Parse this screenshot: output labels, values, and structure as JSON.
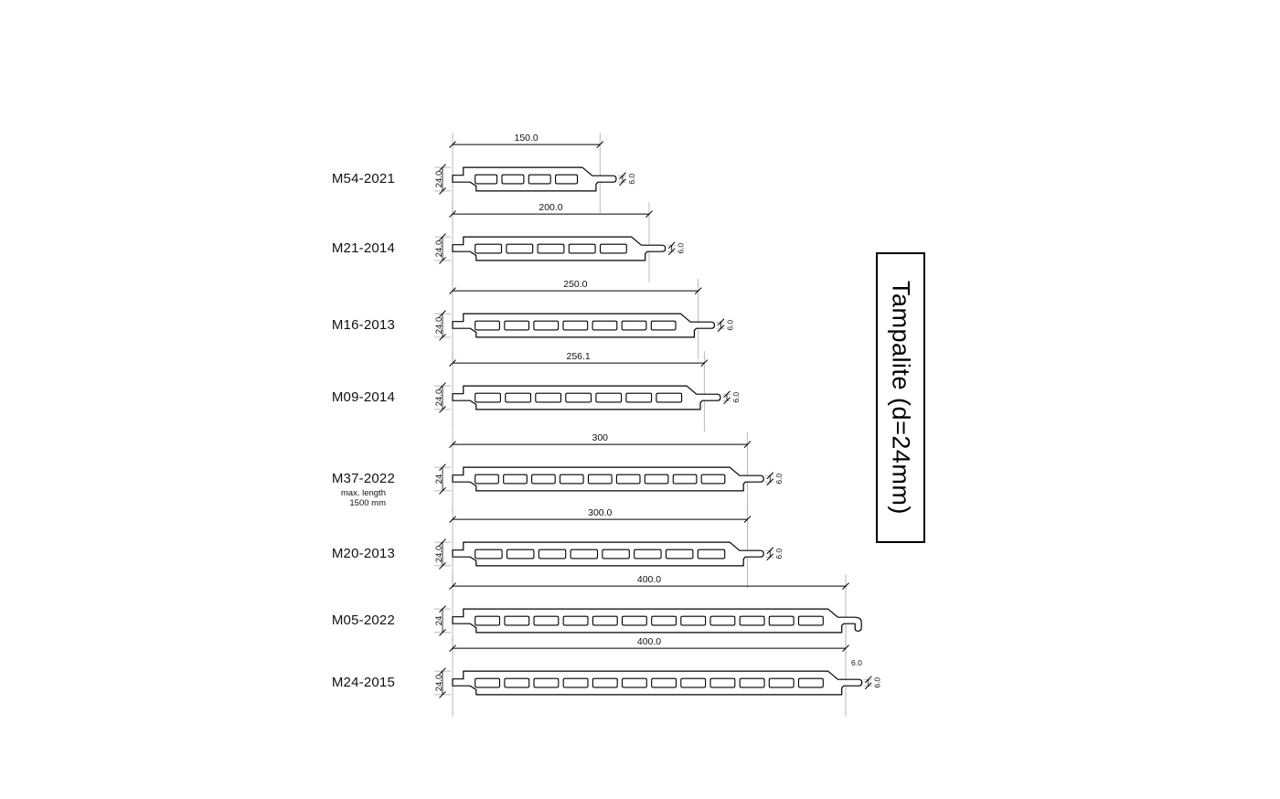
{
  "title_box": {
    "label": "Tampalite (d=24mm)"
  },
  "profiles": [
    {
      "code": "M54-2021",
      "width_mm": 150,
      "width_label": "150.0",
      "height_label": "24.0",
      "tab_label": "6.0",
      "cells": 4
    },
    {
      "code": "M21-2014",
      "width_mm": 200,
      "width_label": "200.0",
      "height_label": "24.0",
      "tab_label": "6.0",
      "cells": 5
    },
    {
      "code": "M16-2013",
      "width_mm": 250,
      "width_label": "250.0",
      "height_label": "24.0",
      "tab_label": "6.0",
      "cells": 7
    },
    {
      "code": "M09-2014",
      "width_mm": 256.1,
      "width_label": "256.1",
      "height_label": "24.0",
      "tab_label": "6.0",
      "cells": 7
    },
    {
      "code": "M37-2022",
      "width_mm": 300,
      "width_label": "300",
      "height_label": "24",
      "tab_label": "6.0",
      "cells": 9,
      "note_lines": [
        "max. length",
        "1500 mm"
      ]
    },
    {
      "code": "M20-2013",
      "width_mm": 300,
      "width_label": "300.0",
      "height_label": "24.0",
      "tab_label": "6.0",
      "cells": 8
    },
    {
      "code": "M05-2022",
      "width_mm": 400,
      "width_label": "400.0",
      "height_label": "24",
      "tab_label": "",
      "cells": 12,
      "hook": true
    },
    {
      "code": "M24-2015",
      "width_mm": 400,
      "width_label": "400.0",
      "height_label": "24.0",
      "tab_label": "6.0",
      "cells": 12,
      "top_right_label": "6.0"
    }
  ],
  "colors": {
    "line": "#000000",
    "extension_line": "#a6a6a6",
    "background": "#ffffff"
  }
}
